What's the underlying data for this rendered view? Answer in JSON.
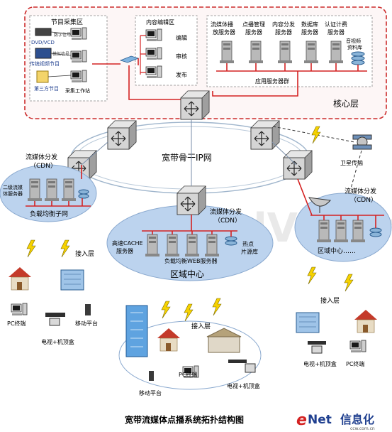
{
  "core": {
    "collect_title": "节目采集区",
    "dvd": "DVD/VCD",
    "digital_signal": "数字信号",
    "analog_signal": "模拟信号",
    "tv_program": "传统视频节目",
    "third_party": "第三方节目",
    "workstation": "采集工作站",
    "edit_title": "内容编辑区",
    "edit": "编辑",
    "review": "审核",
    "publish": "发布",
    "servers": [
      [
        "流媒体播",
        "放服务器"
      ],
      [
        "点播管理",
        "服务器"
      ],
      [
        "内容分发",
        "服务器"
      ],
      [
        "数据库",
        "服务器"
      ],
      [
        "认证计费",
        "服务器"
      ]
    ],
    "av_library": [
      "音视频",
      "资料库"
    ],
    "server_group": "应用服务器群",
    "layer": "核心层"
  },
  "backbone": {
    "label": "宽带骨干IP网",
    "satellite": "卫星传输"
  },
  "left_node": {
    "title": [
      "流媒体分发",
      "（CDN）"
    ],
    "secondary": [
      "二级流媒",
      "体服务器"
    ],
    "balance": "负载均衡子网"
  },
  "center_node": {
    "title": [
      "流媒体分发",
      "（CDN）"
    ],
    "cache": [
      "高速CACHE",
      "服务器"
    ],
    "hot": [
      "热点",
      "片源库"
    ],
    "web": "负载均衡WEB服务器",
    "region": "区域中心"
  },
  "right_node": {
    "title": [
      "流媒体分发",
      "（CDN）"
    ],
    "region": "区域中心……"
  },
  "access": {
    "left": {
      "layer": "接入层",
      "pc": "PC终端",
      "mobile": "移动平台",
      "tv": "电视+机顶盒"
    },
    "center": {
      "layer": "接入层",
      "pc": "PC终端",
      "mobile": "移动平台",
      "tv": "电视+机顶盒"
    },
    "right": {
      "layer": "接入层",
      "tv": "电视+机顶盒",
      "pc": "PC终端"
    }
  },
  "footer": {
    "caption": "宽带流媒体点播系统拓扑结构图",
    "logo_e": "e",
    "logo_net": "Net",
    "logo_cn": "信息化",
    "site": "ccw.com.cn"
  },
  "watermark": "BroadVision",
  "colors": {
    "red": "#d42222",
    "blue_ellipse": "#bcd3ee",
    "frame_red": "#cc2b2b",
    "text_blue": "#1f3f8f"
  }
}
